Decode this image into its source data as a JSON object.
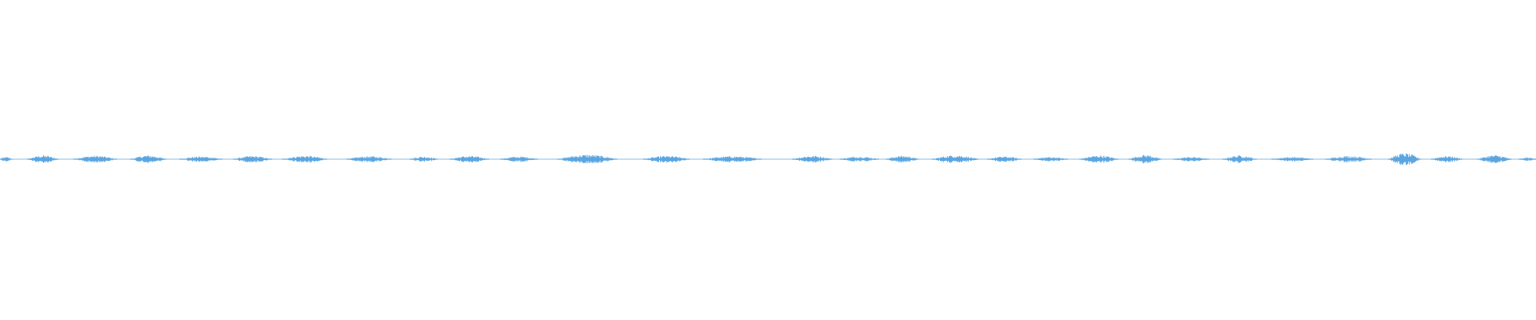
{
  "waveform": {
    "color": "#5aa5e0",
    "segments": [
      {
        "start": 0.0,
        "end": 0.008,
        "peak": 0.18
      },
      {
        "start": 0.018,
        "end": 0.038,
        "peak": 0.3
      },
      {
        "start": 0.048,
        "end": 0.076,
        "peak": 0.28
      },
      {
        "start": 0.085,
        "end": 0.108,
        "peak": 0.3
      },
      {
        "start": 0.117,
        "end": 0.145,
        "peak": 0.22
      },
      {
        "start": 0.152,
        "end": 0.177,
        "peak": 0.26
      },
      {
        "start": 0.184,
        "end": 0.213,
        "peak": 0.28
      },
      {
        "start": 0.226,
        "end": 0.255,
        "peak": 0.24
      },
      {
        "start": 0.267,
        "end": 0.285,
        "peak": 0.22
      },
      {
        "start": 0.293,
        "end": 0.318,
        "peak": 0.26
      },
      {
        "start": 0.326,
        "end": 0.35,
        "peak": 0.22
      },
      {
        "start": 0.363,
        "end": 0.402,
        "peak": 0.36
      },
      {
        "start": 0.419,
        "end": 0.449,
        "peak": 0.26
      },
      {
        "start": 0.458,
        "end": 0.496,
        "peak": 0.24
      },
      {
        "start": 0.516,
        "end": 0.542,
        "peak": 0.28
      },
      {
        "start": 0.547,
        "end": 0.572,
        "peak": 0.22
      },
      {
        "start": 0.577,
        "end": 0.598,
        "peak": 0.28
      },
      {
        "start": 0.607,
        "end": 0.637,
        "peak": 0.32
      },
      {
        "start": 0.643,
        "end": 0.665,
        "peak": 0.22
      },
      {
        "start": 0.673,
        "end": 0.695,
        "peak": 0.18
      },
      {
        "start": 0.703,
        "end": 0.728,
        "peak": 0.3
      },
      {
        "start": 0.735,
        "end": 0.756,
        "peak": 0.34
      },
      {
        "start": 0.764,
        "end": 0.787,
        "peak": 0.18
      },
      {
        "start": 0.796,
        "end": 0.818,
        "peak": 0.3
      },
      {
        "start": 0.828,
        "end": 0.855,
        "peak": 0.18
      },
      {
        "start": 0.863,
        "end": 0.893,
        "peak": 0.26
      },
      {
        "start": 0.904,
        "end": 0.925,
        "peak": 0.48
      },
      {
        "start": 0.932,
        "end": 0.952,
        "peak": 0.26
      },
      {
        "start": 0.962,
        "end": 0.984,
        "peak": 0.32
      },
      {
        "start": 0.989,
        "end": 1.0,
        "peak": 0.14
      }
    ]
  }
}
